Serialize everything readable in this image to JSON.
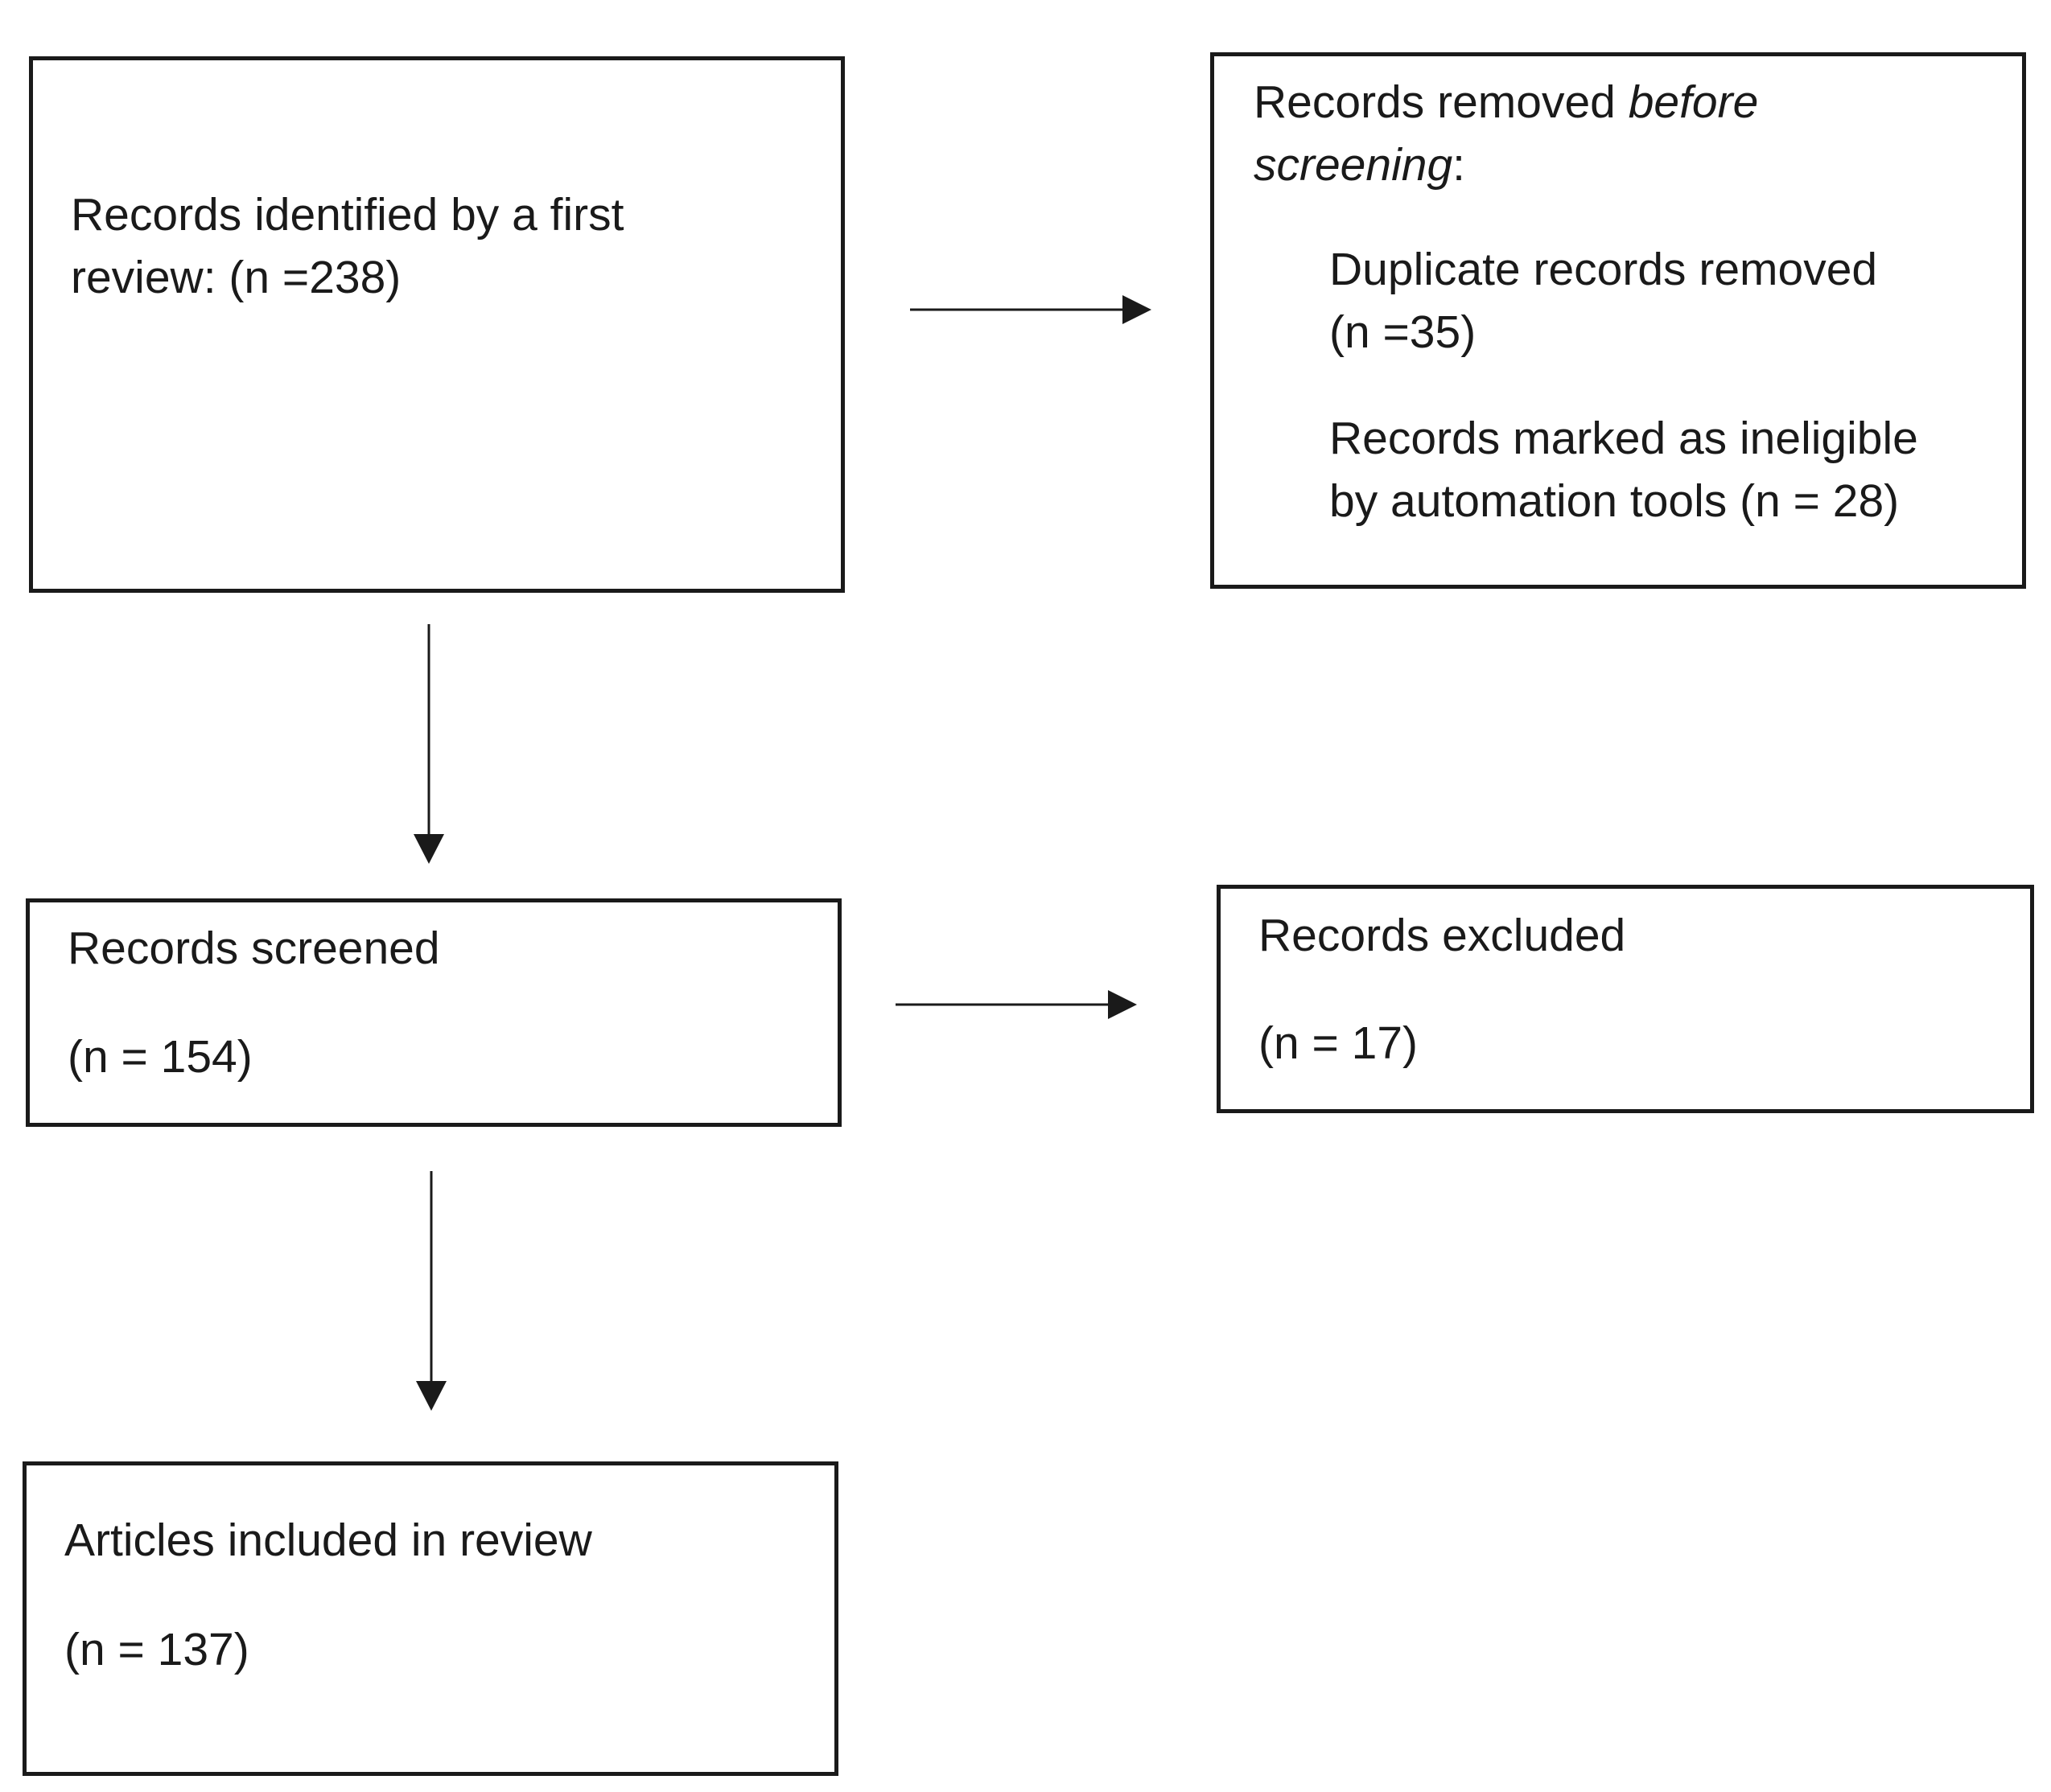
{
  "identified": {
    "line1": "Records identified by a first",
    "line2": "review: (n =238)"
  },
  "removed": {
    "heading_line1_a": "Records removed ",
    "heading_line1_b": "before",
    "heading_line2_a": "screening",
    "heading_line2_b": ":",
    "duplicate_line1": "Duplicate records removed",
    "duplicate_line2": "(n =35)",
    "ineligible_line1": "Records marked as ineligible",
    "ineligible_line2": "by automation tools (n = 28)"
  },
  "screened": {
    "label": "Records screened",
    "count": "(n = 154)"
  },
  "excluded": {
    "label": "Records excluded",
    "count": "(n = 17)"
  },
  "included": {
    "label": "Articles included in review",
    "count": "(n = 137)"
  }
}
